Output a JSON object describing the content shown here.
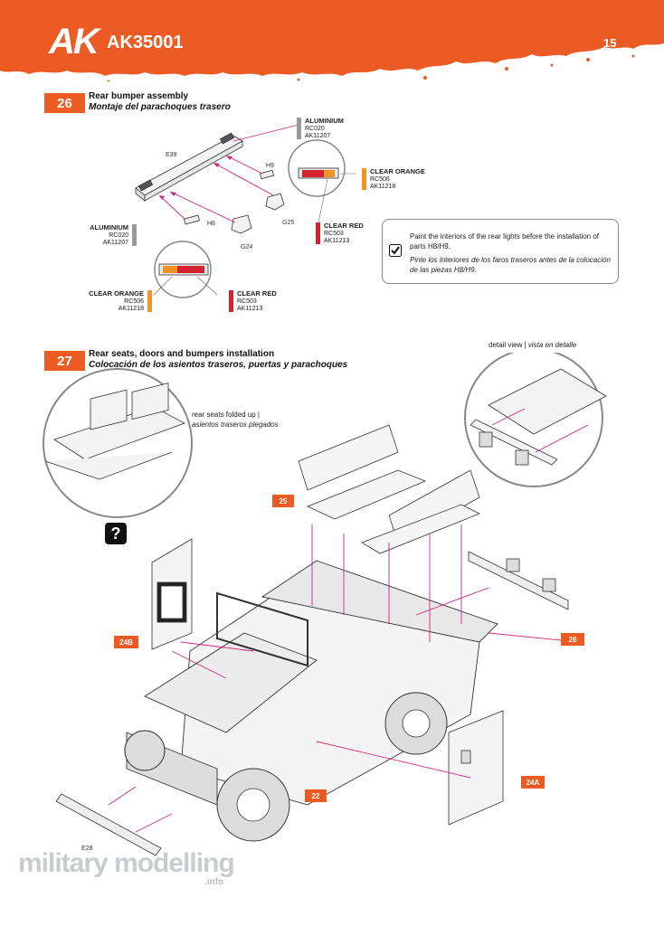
{
  "header": {
    "logo": "AK",
    "product_code": "AK35001",
    "page_number": "15",
    "accent_color": "#ec5b24"
  },
  "step26": {
    "number": "26",
    "title_en": "Rear bumper assembly",
    "title_es": "Montaje del parachoques trasero",
    "parts": {
      "e39": "E39",
      "h9": "H9",
      "h8": "H8",
      "g25": "G25",
      "g24": "G24"
    },
    "callouts": {
      "aluminium_top": {
        "name": "ALUMINIUM",
        "code1": "RC020",
        "code2": "AK11207",
        "color": "#9a9a9a"
      },
      "clear_orange_right": {
        "name": "CLEAR ORANGE",
        "code1": "RC506",
        "code2": "AK11218",
        "color": "#f39325"
      },
      "clear_red_right": {
        "name": "CLEAR RED",
        "code1": "RC503",
        "code2": "AK11213",
        "color": "#d3212d"
      },
      "aluminium_left": {
        "name": "ALUMINIUM",
        "code1": "RC020",
        "code2": "AK11207",
        "color": "#9a9a9a"
      },
      "clear_orange_left": {
        "name": "CLEAR ORANGE",
        "code1": "RC506",
        "code2": "AK11218",
        "color": "#f39325"
      },
      "clear_red_left": {
        "name": "CLEAR RED",
        "code1": "RC503",
        "code2": "AK11213",
        "color": "#d3212d"
      }
    },
    "note_en": "Paint the interiors of the rear lights before the installation of parts H8/H9.",
    "note_es": "Pinte los interiores de los faros traseros antes de la colocación de las piezas H8/H9."
  },
  "step27": {
    "number": "27",
    "title_en": "Rear seats, doors and bumpers installation",
    "title_es": "Colocación de los asientos traseros, puertas y parachoques",
    "detail_view_en": "detail view |",
    "detail_view_es": "vista en detalle",
    "seats_folded_en": "rear seats folded up |",
    "seats_folded_es": "asientos traseros plegados",
    "question_mark": "?",
    "tags": {
      "t25": "25",
      "t24b": "24B",
      "t26": "26",
      "t22": "22",
      "t24a": "24A"
    },
    "part_e28": "E28"
  },
  "watermark": {
    "main": "military modelling",
    "sub": ".info"
  }
}
